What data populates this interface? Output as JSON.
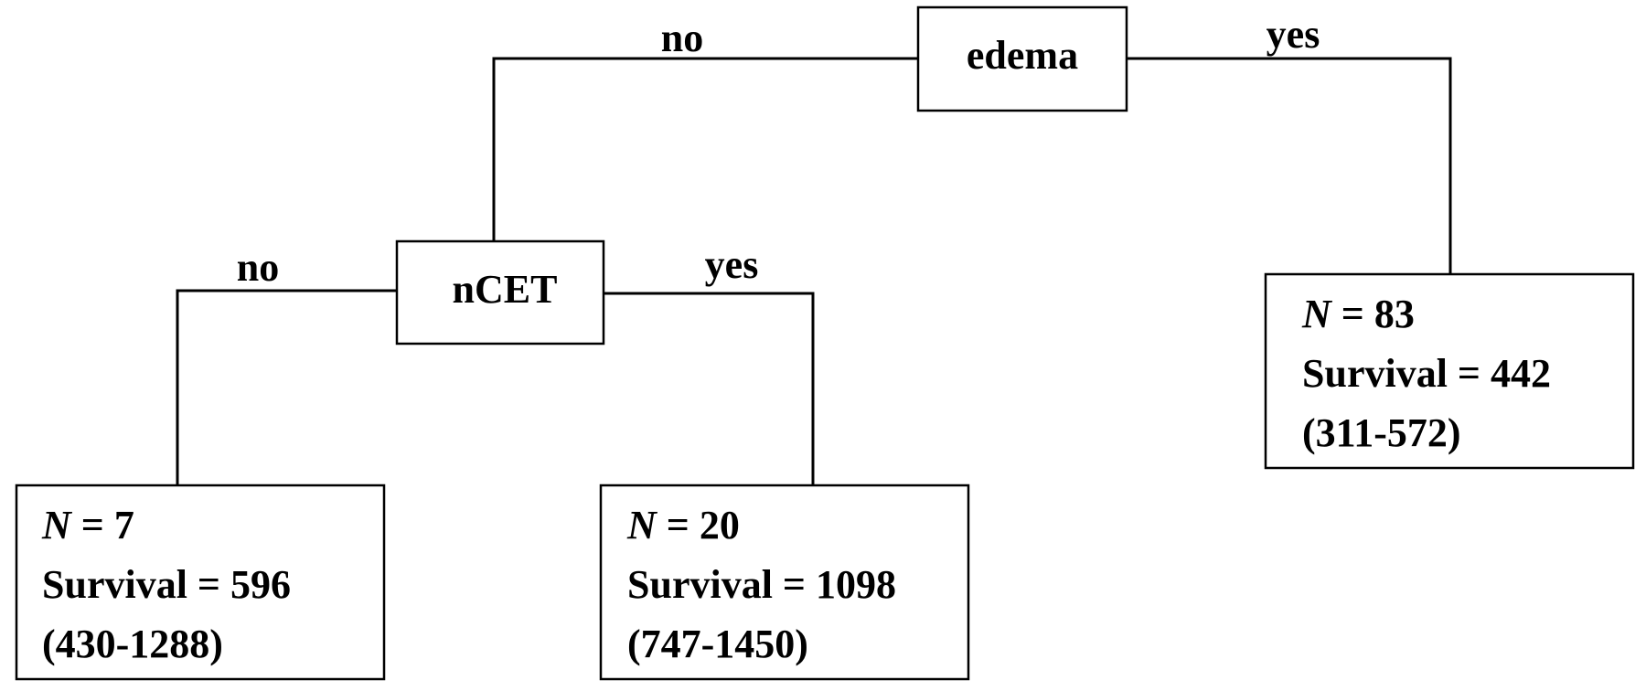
{
  "tree": {
    "root": {
      "label": "edema",
      "branch_left": "no",
      "branch_right": "yes"
    },
    "inner": {
      "label": "nCET",
      "branch_left": "no",
      "branch_right": "yes"
    },
    "leaves": {
      "left": {
        "n_symbol": "N",
        "n_value": " = 7",
        "survival": "Survival = 596",
        "range": "(430-1288)"
      },
      "middle": {
        "n_symbol": "N",
        "n_value": " = 20",
        "survival": "Survival = 1098",
        "range": "(747-1450)"
      },
      "right": {
        "n_symbol": "N",
        "n_value": " = 83",
        "survival": "Survival = 442",
        "range": "(311-572)"
      }
    }
  }
}
